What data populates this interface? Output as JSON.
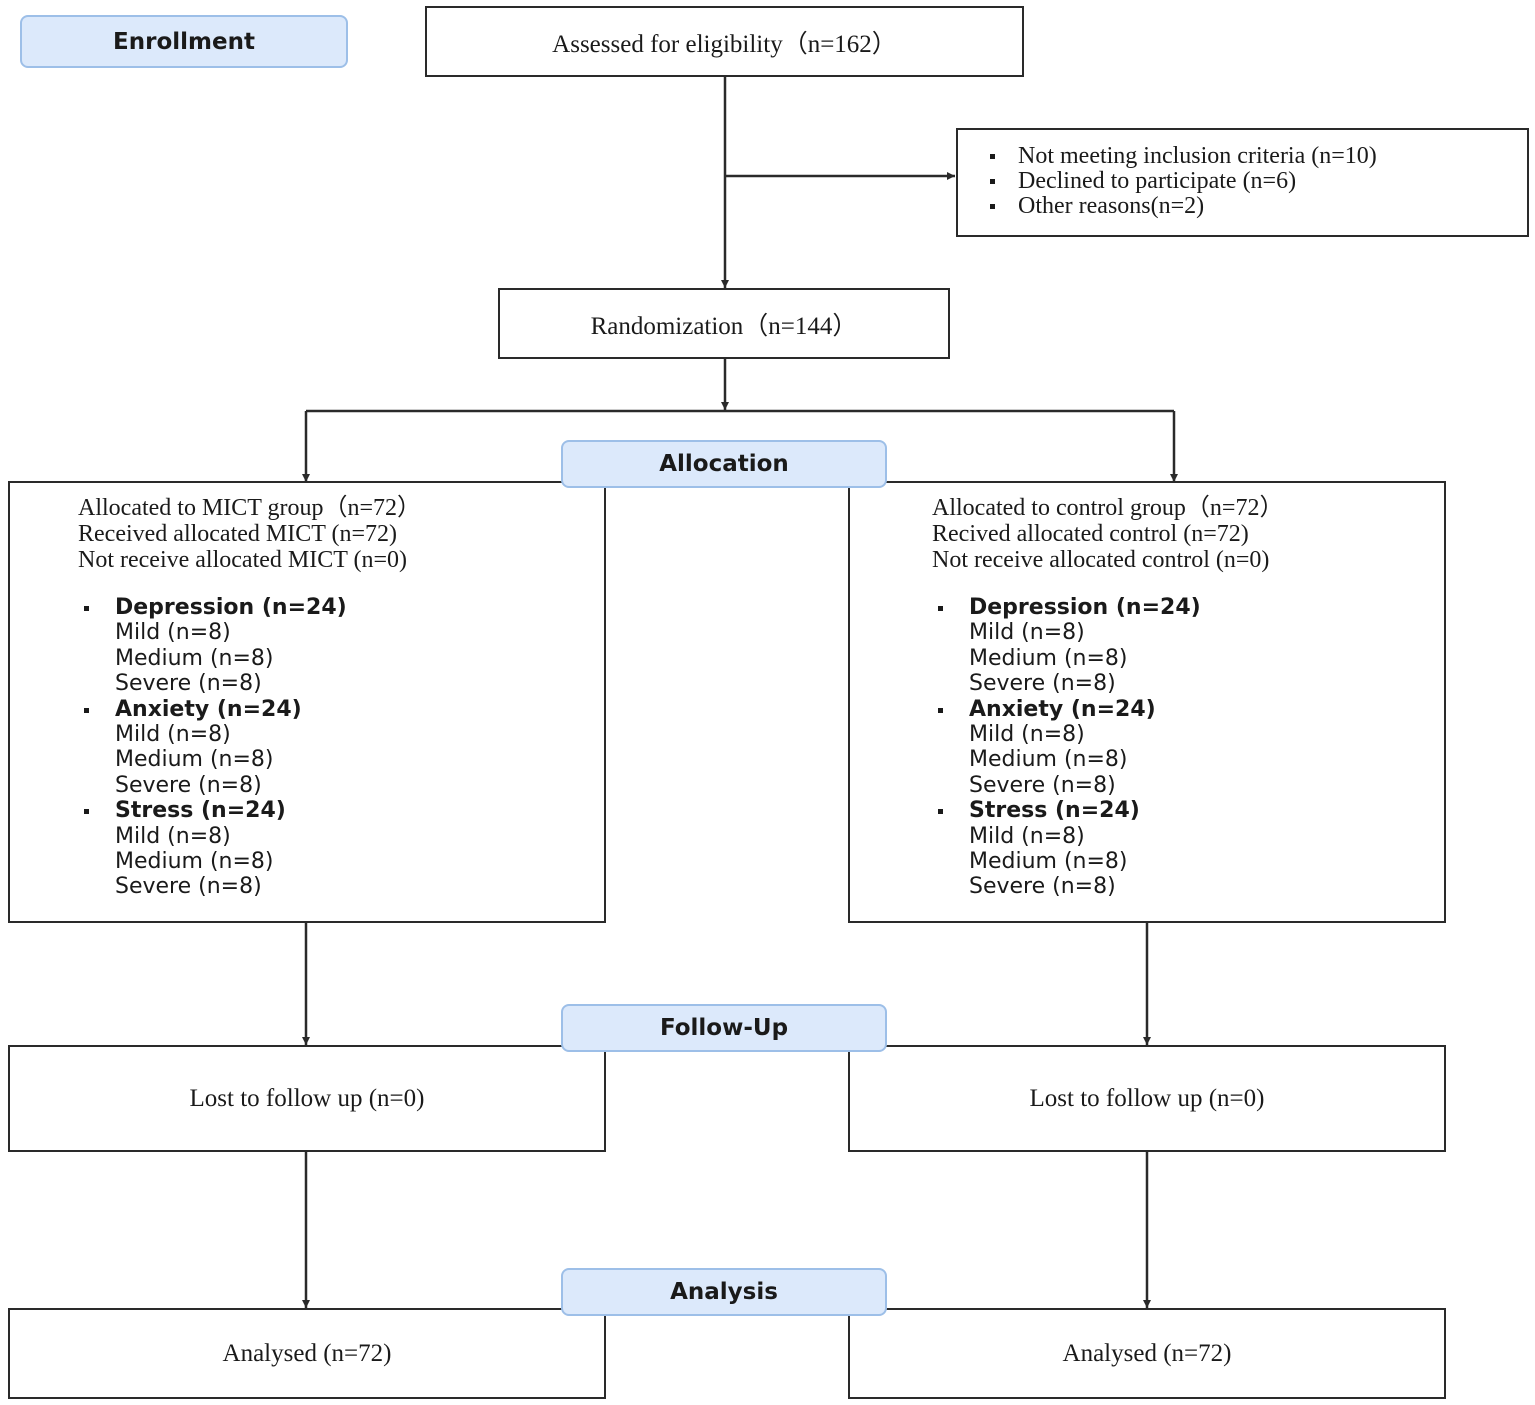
{
  "phases": {
    "enrollment": "Enrollment",
    "allocation": "Allocation",
    "follow_up": "Follow-Up",
    "analysis": "Analysis"
  },
  "assessed": "Assessed for eligibility（n=162）",
  "excluded": [
    "Not meeting inclusion criteria (n=10)",
    "Declined to participate (n=6)",
    "Other reasons(n=2)"
  ],
  "randomization": "Randomization（n=144）",
  "groups": [
    {
      "id": "mict",
      "allocated": "Allocated to MICT group（n=72）",
      "received": "Received allocated MICT (n=72)",
      "not_received": "Not receive allocated MICT (n=0)",
      "categories": [
        {
          "title": "Depression (n=24)",
          "items": [
            "Mild (n=8)",
            "Medium (n=8)",
            "Severe (n=8)"
          ]
        },
        {
          "title": "Anxiety (n=24)",
          "items": [
            "Mild (n=8)",
            "Medium (n=8)",
            "Severe (n=8)"
          ]
        },
        {
          "title": "Stress (n=24)",
          "items": [
            "Mild (n=8)",
            "Medium (n=8)",
            "Severe (n=8)"
          ]
        }
      ],
      "lost_to_follow_up": "Lost to follow up (n=0)",
      "analysed": "Analysed (n=72)"
    },
    {
      "id": "control",
      "allocated": "Allocated to control group（n=72）",
      "received": "Recived allocated control (n=72)",
      "not_received": "Not receive allocated control (n=0)",
      "categories": [
        {
          "title": "Depression (n=24)",
          "items": [
            "Mild (n=8)",
            "Medium (n=8)",
            "Severe (n=8)"
          ]
        },
        {
          "title": "Anxiety (n=24)",
          "items": [
            "Mild (n=8)",
            "Medium (n=8)",
            "Severe (n=8)"
          ]
        },
        {
          "title": "Stress (n=24)",
          "items": [
            "Mild (n=8)",
            "Medium (n=8)",
            "Severe (n=8)"
          ]
        }
      ],
      "lost_to_follow_up": "Lost to follow up (n=0)",
      "analysed": "Analysed (n=72)"
    }
  ],
  "colors": {
    "phase_fill": "#dce9fb",
    "phase_border": "#9dbfe8",
    "line": "#2a2a2a"
  }
}
